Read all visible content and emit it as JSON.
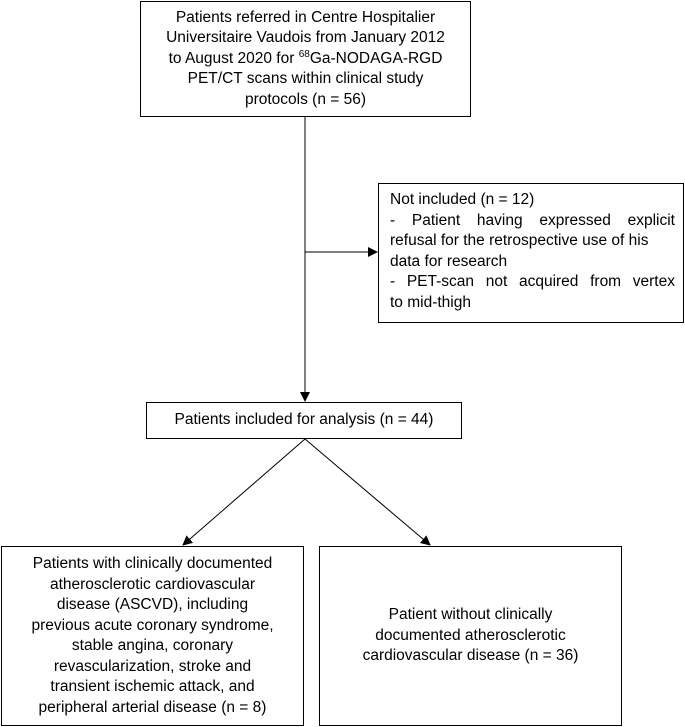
{
  "diagram": {
    "referred": {
      "lines": [
        "Patients referred in Centre Hospitalier",
        "Universitaire Vaudois from January 2012",
        "to August 2020 for ",
        "PET/CT scans within clinical study",
        "protocols (n = 56)"
      ],
      "superscript": "68",
      "tracer": "Ga-NODAGA-RGD"
    },
    "not_included": {
      "lines": [
        "Not included (n = 12)",
        "- Patient having expressed explicit",
        "refusal for the retrospective use of his",
        "data for research",
        "- PET-scan not acquired from vertex",
        "to mid-thigh"
      ]
    },
    "included": {
      "text": "Patients included for analysis (n = 44)"
    },
    "ascvd": {
      "lines": [
        "Patients with clinically documented",
        "atherosclerotic cardiovascular",
        "disease (ASCVD), including",
        "previous acute coronary syndrome,",
        "stable angina, coronary",
        "revascularization, stroke and",
        "transient ischemic attack, and",
        "peripheral arterial disease (n = 8)"
      ]
    },
    "no_ascvd": {
      "lines": [
        "Patient without clinically",
        "documented atherosclerotic",
        "cardiovascular disease (n = 36)"
      ]
    }
  }
}
